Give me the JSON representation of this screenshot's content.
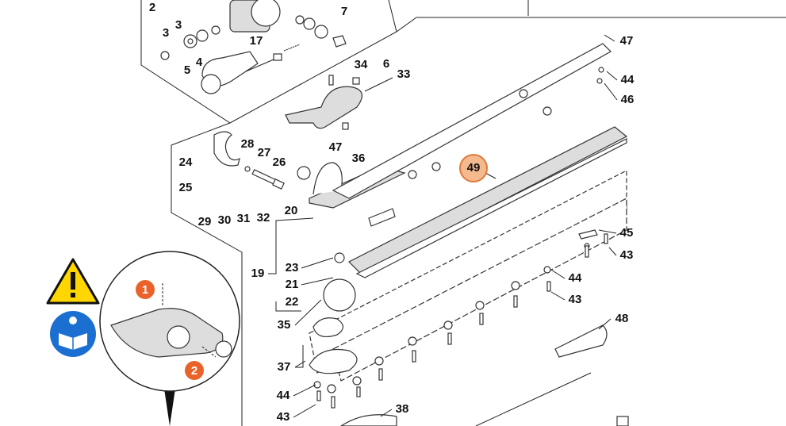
{
  "diagram": {
    "part_labels": [
      "2",
      "3",
      "3",
      "4",
      "5",
      "7",
      "17",
      "34",
      "6",
      "33",
      "47",
      "44",
      "46",
      "24",
      "28",
      "27",
      "26",
      "47",
      "36",
      "25",
      "20",
      "29",
      "30",
      "31",
      "32",
      "45",
      "43",
      "19",
      "23",
      "21",
      "22",
      "44",
      "43",
      "35",
      "48",
      "37",
      "44",
      "43",
      "38"
    ],
    "highlighted_part": "49",
    "inset_steps": [
      "1",
      "2"
    ],
    "colors": {
      "highlight": "#f5b98e",
      "highlight_border": "#e07a3a",
      "step": "#e8622a",
      "warning": "#ffd600",
      "info": "#1a6fd1"
    }
  }
}
